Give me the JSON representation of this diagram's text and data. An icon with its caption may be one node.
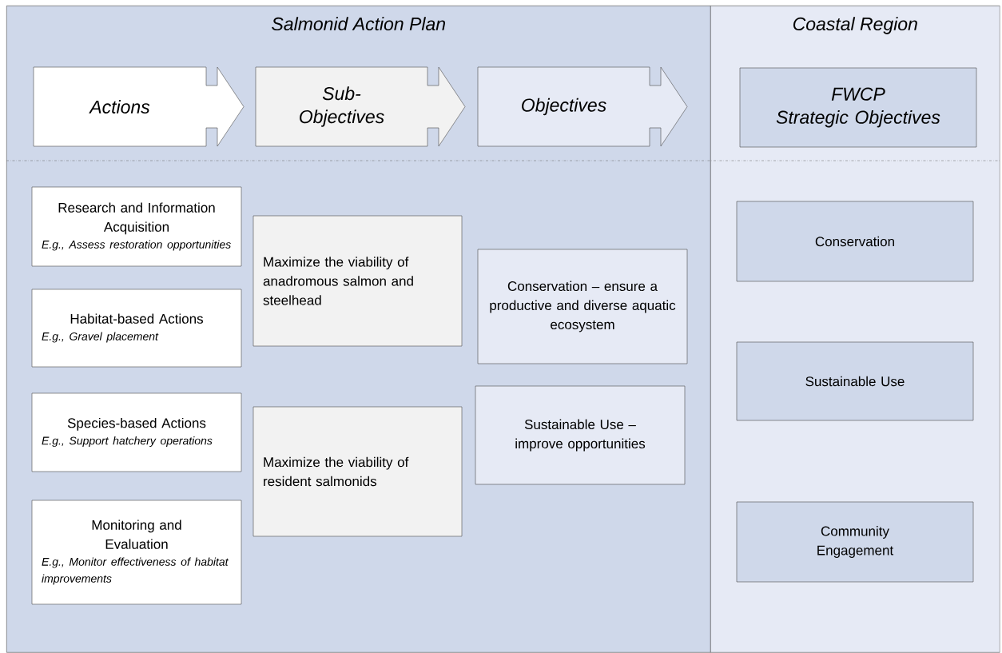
{
  "diagram": {
    "nodes": [
      {
        "text": [
          "Salmonid Action Plan"
        ]
      },
      {
        "text": [
          "Actions"
        ],
        "in": 0
      },
      {
        "text": [
          "Sub-Objectives"
        ],
        "in": 0
      },
      {
        "text": [
          "Objectives"
        ],
        "in": 0
      },
      {
        "text": [
          "Research and Information Acquisition",
          "E.g., Assess restoration opportunities"
        ],
        "in": 0
      },
      {
        "text": [
          "Habitat-based Actions",
          "E.g., Gravel placement"
        ],
        "in": 0
      },
      {
        "text": [
          "Species-based Actions",
          "E.g., Support hatchery operations"
        ],
        "in": 0
      },
      {
        "text": [
          "Monitoring and Evaluation",
          "E.g., Monitor effectiveness of habitat improvements"
        ],
        "in": 0
      },
      {
        "text": [
          "Maximize the viability of anadromous salmon and steelhead"
        ],
        "in": 0
      },
      {
        "text": [
          "Maximize the viability of resident salmonids"
        ],
        "in": 0
      },
      {
        "text": [
          "Conservation – ensure a productive and diverse aquatic ecosystem"
        ],
        "in": 0
      },
      {
        "text": [
          "Sustainable Use – improve opportunities"
        ],
        "in": 0
      },
      {
        "text": [
          "Coastal Region"
        ]
      },
      {
        "text": [
          "FWCP",
          "Strategic Objectives"
        ],
        "in": 12
      },
      {
        "text": [
          "Conservation"
        ],
        "in": 12
      },
      {
        "text": [
          "Sustainable Use"
        ],
        "in": 12
      },
      {
        "text": [
          "Community Engagement"
        ],
        "in": 12
      }
    ]
  }
}
